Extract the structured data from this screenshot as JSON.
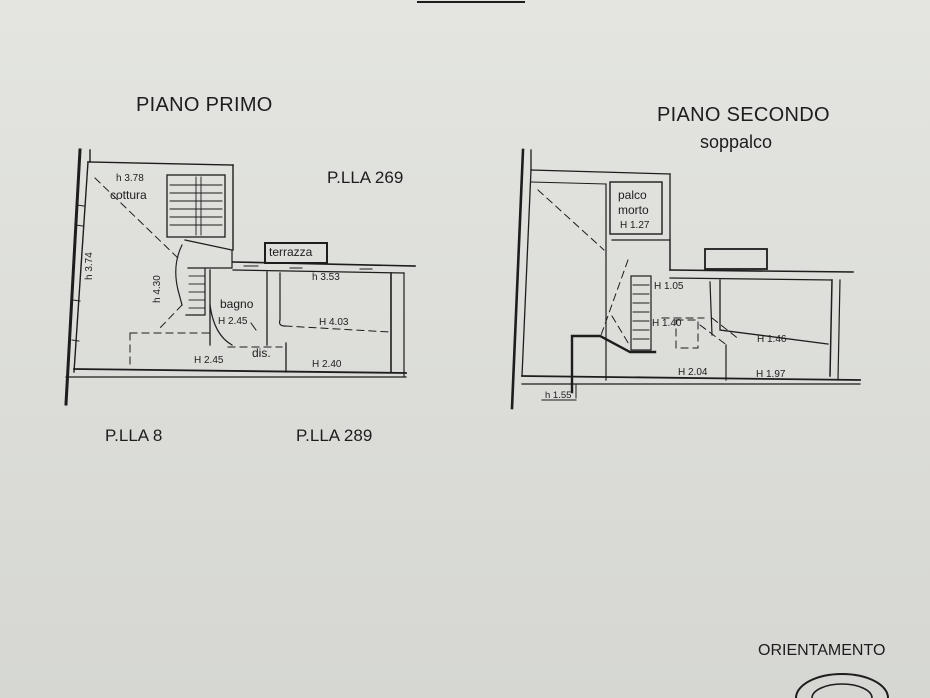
{
  "texts": {
    "piano_primo": "PIANO PRIMO",
    "piano_secondo": "PIANO SECONDO",
    "soppalco": "soppalco",
    "plla_269": "P.LLA 269",
    "plla_8": "P.LLA 8",
    "plla_289": "P.LLA 289",
    "orientamento": "ORIENTAMENTO"
  },
  "rooms_first": {
    "cottura": "cottura",
    "cottura_h": "h 3.78",
    "left_h": "h 3.74",
    "stair_h": "h 4.30",
    "terrazza": "terrazza",
    "terrazza_h": "h 3.53",
    "bagno": "bagno",
    "bagno_h": "H 2.45",
    "room_h": "H 4.03",
    "h_245": "H 2.45",
    "dis": "dis.",
    "h_240": "H 2.40"
  },
  "rooms_second": {
    "palco": "palco",
    "morto": "morto",
    "palco_h": "H 1.27",
    "h_105": "H 1.05",
    "h_140": "H 1.40",
    "h_146": "H 1.46",
    "h_204": "H 2.04",
    "h_197": "H 1.97",
    "h_155": "h 1.55"
  },
  "colors": {
    "ink": "#1d1d1d",
    "paper": "#dfe0dc"
  }
}
